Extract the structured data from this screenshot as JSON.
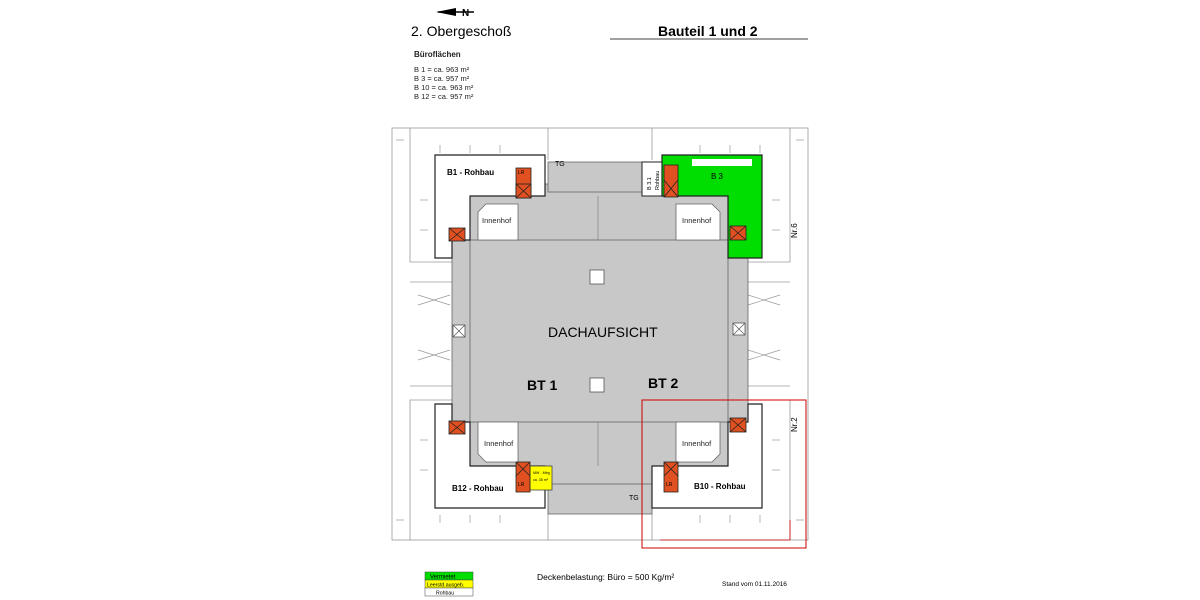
{
  "header": {
    "floor": "2. Obergeschoß",
    "building_parts": "Bauteil 1 und 2",
    "north_label": "N"
  },
  "areas": {
    "heading": "Büroflächen",
    "items": [
      "B   1  =  ca. 963 m²",
      "B   3  =  ca. 957 m²",
      "B 10  =  ca. 963 m²",
      "B 12  =  ca. 957 m²"
    ]
  },
  "plan": {
    "roof_label": "DACHAUFSICHT",
    "bt1": "BT 1",
    "bt2": "BT 2",
    "courtyard": "Innenhof",
    "b1": "B1 - Rohbau",
    "b3": "B 3",
    "b31": "B 3.1",
    "rohbau": "Rohbau",
    "b10": "B10 - Rohbau",
    "b12": "B12 - Rohbau",
    "tg": "TG",
    "lr": "LR",
    "nr6": "Nr.6",
    "nr2": "Nr.2",
    "yellow_line1": "MW - Mtrg",
    "yellow_line2": "ca. 35 m²"
  },
  "footer": {
    "load": "Deckenbelastung: Büro = 500 Kg/m²",
    "date": "Stand vom 01.11.2016"
  },
  "legend": {
    "rented": "Vermietet",
    "vacant": "Leerstd.ausgeb.",
    "shell": "Rohbau"
  },
  "colors": {
    "rented": "#00dd00",
    "vacant": "#ffff00",
    "shell": "#ffffff",
    "riser": "#e05020",
    "roof": "#c8c8c8",
    "outline_red": "#cc0000"
  }
}
